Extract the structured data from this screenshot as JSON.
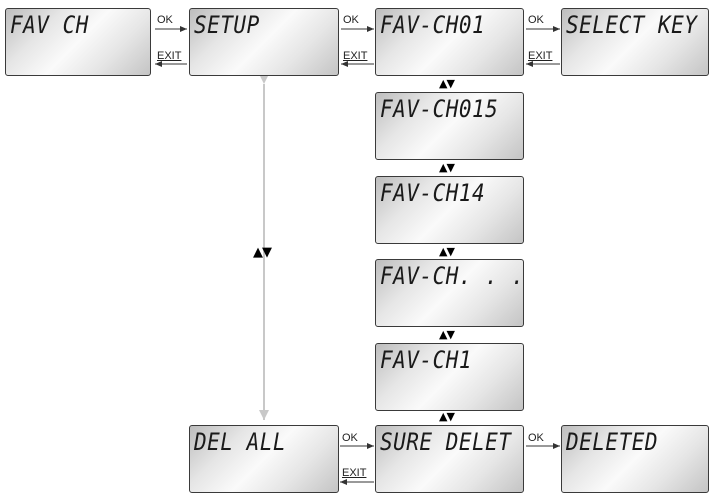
{
  "screens": {
    "fav_ch": "FAV CH",
    "setup": "SETUP",
    "fav_ch01": "FAV-CH01",
    "select_key": "SELECT KEY",
    "fav_ch015": "FAV-CH015",
    "fav_ch14": "FAV-CH14",
    "fav_ch_dots": "FAV-CH. . .",
    "fav_ch1": "FAV-CH1",
    "del_all": "DEL ALL",
    "sure_delet": "SURE DELET",
    "deleted": "DELETED"
  },
  "labels": {
    "ok": "OK",
    "exit": "EXIT"
  },
  "nav_symbol": "▲▼",
  "colors": {
    "gray_arrow": "#c8c8c8",
    "dark_arrow": "#333333"
  }
}
